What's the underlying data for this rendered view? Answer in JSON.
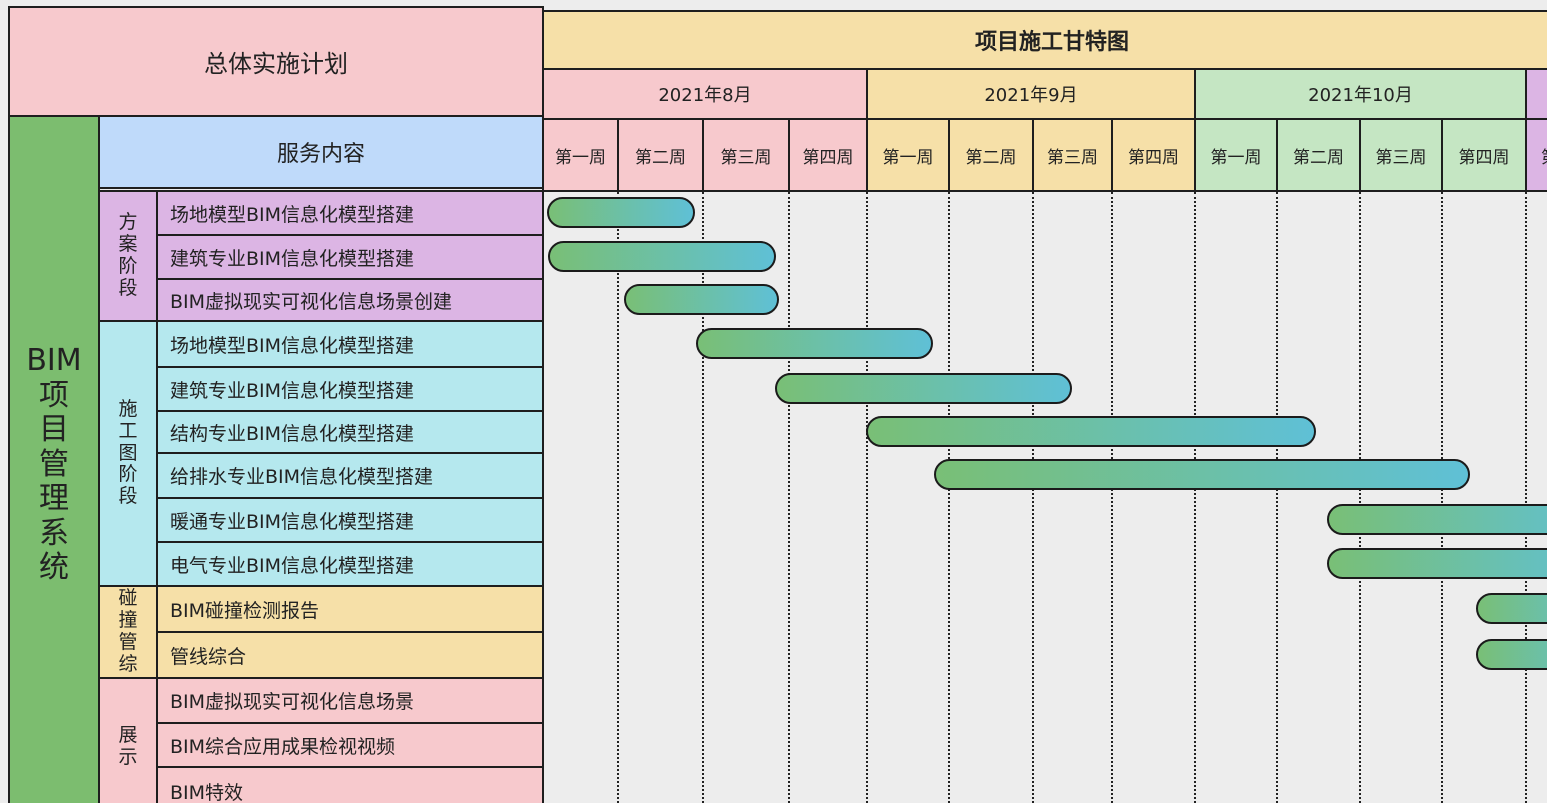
{
  "title_left": "总体实施计划",
  "title_right": "项目施工甘特图",
  "system_label": "BIM项目管理系统",
  "service_header": "服务内容",
  "colors": {
    "pink": "#f7c9cd",
    "blue": "#bfdafa",
    "green": "#7cbd6f",
    "purple": "#dcb5e4",
    "cyan": "#b5e8ee",
    "yellow": "#f6e0a8",
    "month_pink": "#f7c9cd",
    "month_yellow": "#f6e0a8",
    "month_green": "#c5e6c3",
    "month_purple": "#dcb5e4",
    "header_yellow": "#f6e0a8",
    "bar_start": "#79bf76",
    "bar_end": "#5fc0d6"
  },
  "months": [
    {
      "label": "2021年8月",
      "color": "#f7c9cd"
    },
    {
      "label": "2021年9月",
      "color": "#f6e0a8"
    },
    {
      "label": "2021年10月",
      "color": "#c5e6c3"
    },
    {
      "label": "",
      "color": "#dcb5e4"
    }
  ],
  "weeks": [
    {
      "label": "第一周",
      "color": "#f7c9cd"
    },
    {
      "label": "第二周",
      "color": "#f7c9cd"
    },
    {
      "label": "第三周",
      "color": "#f7c9cd"
    },
    {
      "label": "第四周",
      "color": "#f7c9cd"
    },
    {
      "label": "第一周",
      "color": "#f6e0a8"
    },
    {
      "label": "第二周",
      "color": "#f6e0a8"
    },
    {
      "label": "第三周",
      "color": "#f6e0a8"
    },
    {
      "label": "第四周",
      "color": "#f6e0a8"
    },
    {
      "label": "第一周",
      "color": "#c5e6c3"
    },
    {
      "label": "第二周",
      "color": "#c5e6c3"
    },
    {
      "label": "第三周",
      "color": "#c5e6c3"
    },
    {
      "label": "第四周",
      "color": "#c5e6c3"
    },
    {
      "label": "第",
      "color": "#dcb5e4"
    }
  ],
  "phases": [
    {
      "label": "方案阶段",
      "color": "#dcb5e4"
    },
    {
      "label": "施工图阶段",
      "color": "#b5e8ee"
    },
    {
      "label": "碰撞管综",
      "color": "#f6e0a8"
    },
    {
      "label": "展示",
      "color": "#f7c9cd"
    }
  ],
  "tasks": [
    {
      "label": "场地模型BIM信息化模型搭建",
      "phase": 0
    },
    {
      "label": "建筑专业BIM信息化模型搭建",
      "phase": 0
    },
    {
      "label": "BIM虚拟现实可视化信息场景创建",
      "phase": 0
    },
    {
      "label": "场地模型BIM信息化模型搭建",
      "phase": 1
    },
    {
      "label": "建筑专业BIM信息化模型搭建",
      "phase": 1
    },
    {
      "label": "结构专业BIM信息化模型搭建",
      "phase": 1
    },
    {
      "label": "给排水专业BIM信息化模型搭建",
      "phase": 1
    },
    {
      "label": "暖通专业BIM信息化模型搭建",
      "phase": 1
    },
    {
      "label": "电气专业BIM信息化模型搭建",
      "phase": 1
    },
    {
      "label": "BIM碰撞检测报告",
      "phase": 2
    },
    {
      "label": "管线综合",
      "phase": 2
    },
    {
      "label": "BIM虚拟现实可视化信息场景",
      "phase": 3
    },
    {
      "label": "BIM综合应用成果检视视频",
      "phase": 3
    },
    {
      "label": "BIM特效",
      "phase": 3
    }
  ],
  "bars": [
    {
      "task": 0,
      "start_week": 0.07,
      "end_week": 1.92
    },
    {
      "task": 1,
      "start_week": 0.08,
      "end_week": 2.86
    },
    {
      "task": 2,
      "start_week": 1.08,
      "end_week": 2.9
    },
    {
      "task": 3,
      "start_week": 1.93,
      "end_week": 4.82
    },
    {
      "task": 4,
      "start_week": 2.85,
      "end_week": 6.51
    },
    {
      "task": 5,
      "start_week": 4.0,
      "end_week": 9.48
    },
    {
      "task": 6,
      "start_week": 4.83,
      "end_week": 11.35
    },
    {
      "task": 7,
      "start_week": 9.61,
      "end_week": 13.5
    },
    {
      "task": 8,
      "start_week": 9.61,
      "end_week": 13.5
    },
    {
      "task": 9,
      "start_week": 11.42,
      "end_week": 13.5
    },
    {
      "task": 10,
      "start_week": 11.42,
      "end_week": 13.5
    }
  ]
}
